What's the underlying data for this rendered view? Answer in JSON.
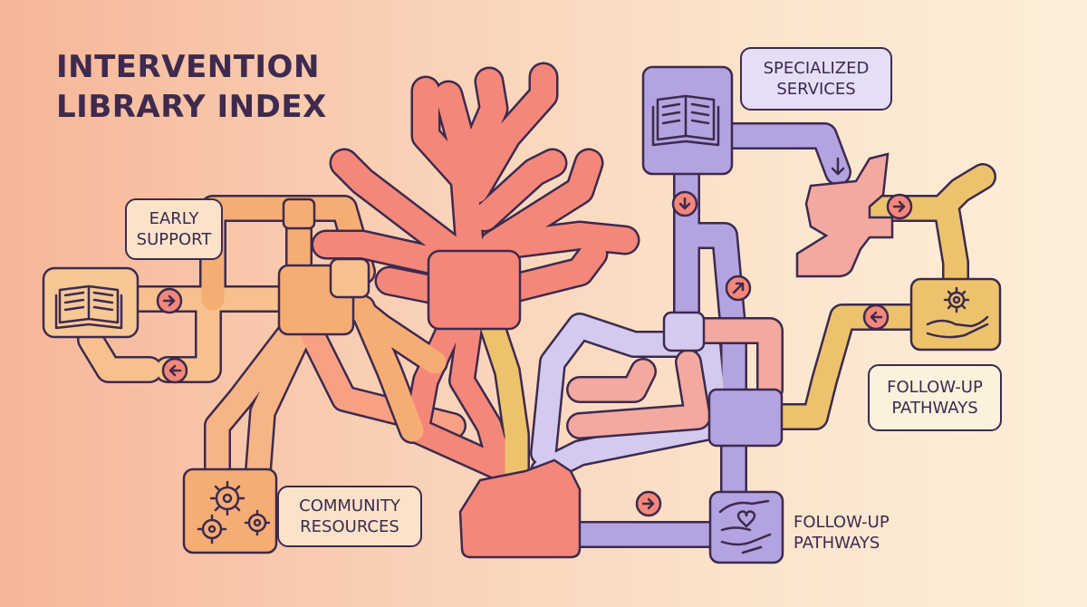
{
  "title": {
    "line1": "INTERVENTION",
    "line2": "LIBRARY INDEX"
  },
  "labels": {
    "early_support": {
      "line1": "EARLY",
      "line2": "SUPPORT"
    },
    "specialized_services": {
      "line1": "SPECIALIZED",
      "line2": "SERVICES"
    },
    "community_resources": {
      "line1": "COMMUNITY",
      "line2": "RESOURCES"
    },
    "follow_up_pathways_box": {
      "line1": "FOLLOW-UP",
      "line2": "PATHWAYS"
    },
    "follow_up_pathways_bottom": {
      "line1": "FOLLOW-UP",
      "line2": "PATHWAYS"
    }
  },
  "icons": {
    "left_book": "open-book-icon",
    "top_book": "open-book-icon",
    "gears": "gears-icon",
    "hand_gear": "hand-with-gear-icon",
    "hands_heart": "hands-heart-icon"
  },
  "colors": {
    "background_left": "#f6b698",
    "background_right": "#fcefd9",
    "outline": "#3d2a4e",
    "coral": "#f4877a",
    "salmon": "#f7a084",
    "orange": "#f6ad74",
    "light_orange": "#f8c08c",
    "peach": "#f6bf96",
    "pink": "#f3a8a0",
    "lavender": "#b3a3e0",
    "light_lavender": "#d4caf0",
    "mustard": "#ecc36c",
    "label_fill_peach": "#fbe3ca",
    "label_fill_lavender": "#e5def6",
    "label_fill_cream": "#fcf1dc"
  }
}
